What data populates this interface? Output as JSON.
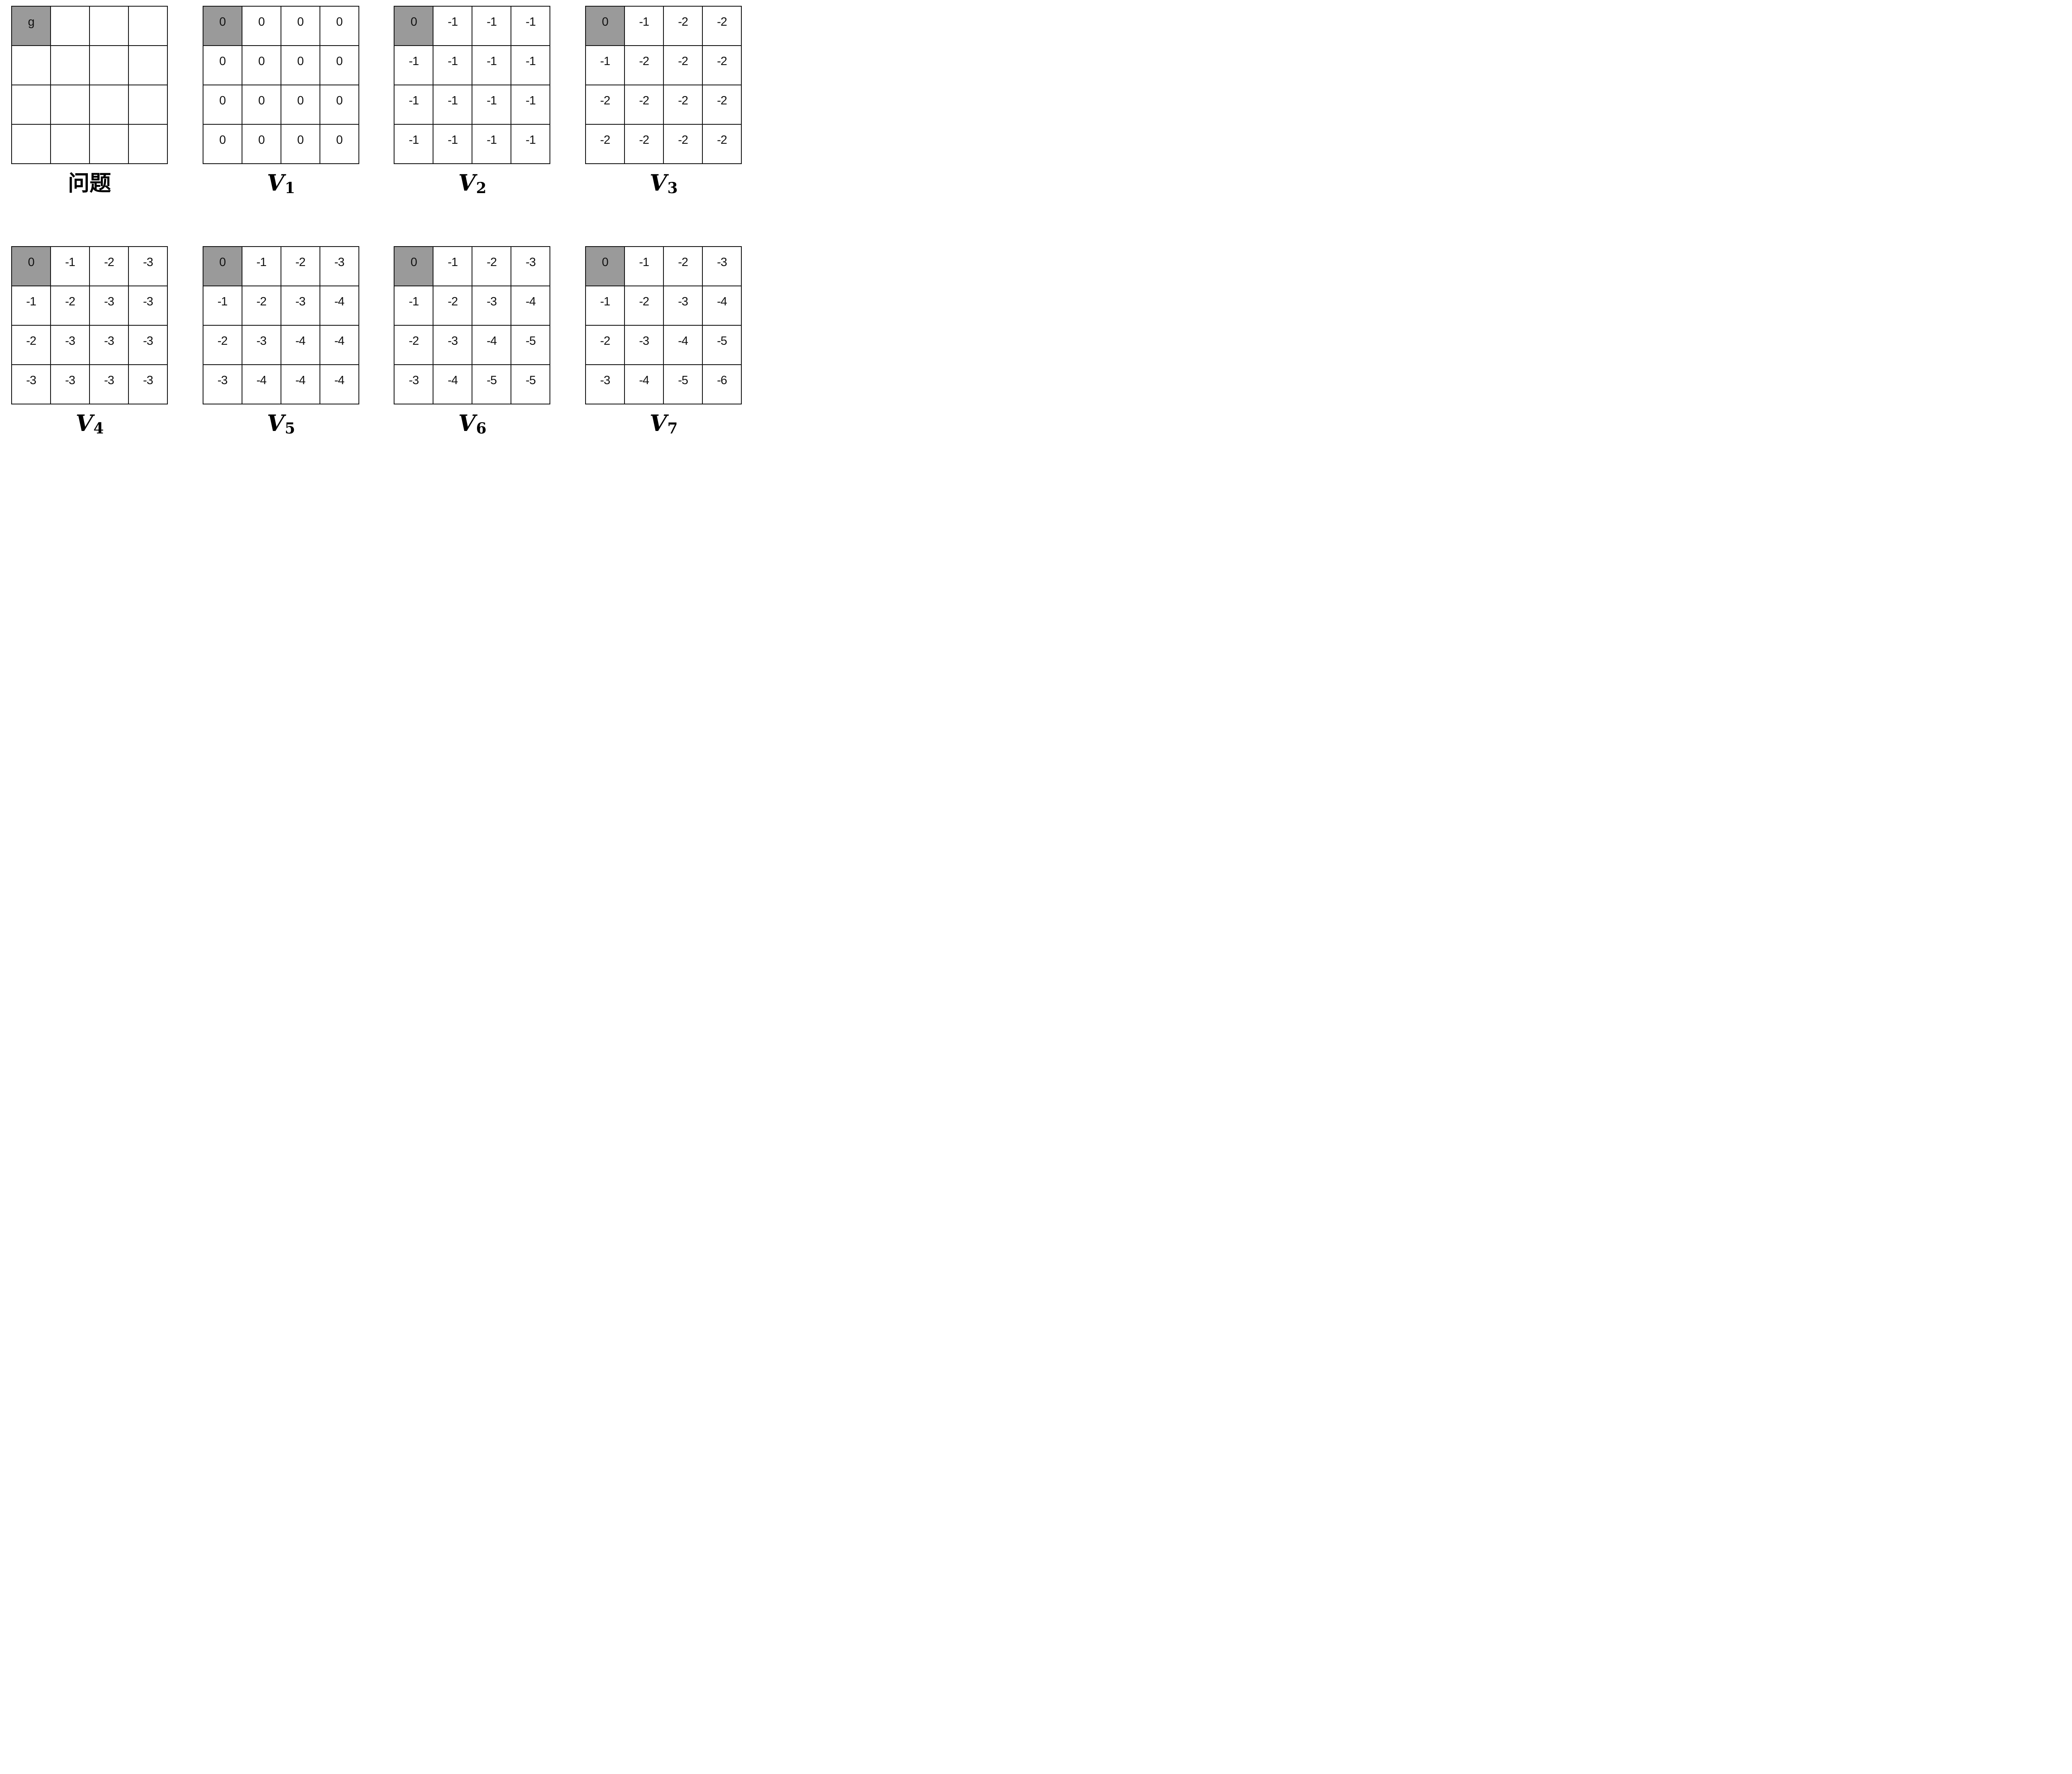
{
  "figure": {
    "description": "Gridworld value iteration figure with a problem grid and seven successive value function grids",
    "colors": {
      "page_bg": "#ffffff",
      "cell_bg": "#ffffff",
      "goal_cell_bg": "#9a9a9a",
      "grid_border": "#111111",
      "text": "#111111"
    },
    "grids": [
      {
        "id": "problem",
        "label_text": "问题",
        "goal_cell": [
          0,
          0
        ],
        "cells": [
          [
            "g",
            "",
            "",
            ""
          ],
          [
            "",
            "",
            "",
            ""
          ],
          [
            "",
            "",
            "",
            ""
          ],
          [
            "",
            "",
            "",
            ""
          ]
        ]
      },
      {
        "id": "V1",
        "label_base": "V",
        "label_sub": "1",
        "goal_cell": [
          0,
          0
        ],
        "cells": [
          [
            "0",
            "0",
            "0",
            "0"
          ],
          [
            "0",
            "0",
            "0",
            "0"
          ],
          [
            "0",
            "0",
            "0",
            "0"
          ],
          [
            "0",
            "0",
            "0",
            "0"
          ]
        ]
      },
      {
        "id": "V2",
        "label_base": "V",
        "label_sub": "2",
        "goal_cell": [
          0,
          0
        ],
        "cells": [
          [
            "0",
            "-1",
            "-1",
            "-1"
          ],
          [
            "-1",
            "-1",
            "-1",
            "-1"
          ],
          [
            "-1",
            "-1",
            "-1",
            "-1"
          ],
          [
            "-1",
            "-1",
            "-1",
            "-1"
          ]
        ]
      },
      {
        "id": "V3",
        "label_base": "V",
        "label_sub": "3",
        "goal_cell": [
          0,
          0
        ],
        "cells": [
          [
            "0",
            "-1",
            "-2",
            "-2"
          ],
          [
            "-1",
            "-2",
            "-2",
            "-2"
          ],
          [
            "-2",
            "-2",
            "-2",
            "-2"
          ],
          [
            "-2",
            "-2",
            "-2",
            "-2"
          ]
        ]
      },
      {
        "id": "V4",
        "label_base": "V",
        "label_sub": "4",
        "goal_cell": [
          0,
          0
        ],
        "cells": [
          [
            "0",
            "-1",
            "-2",
            "-3"
          ],
          [
            "-1",
            "-2",
            "-3",
            "-3"
          ],
          [
            "-2",
            "-3",
            "-3",
            "-3"
          ],
          [
            "-3",
            "-3",
            "-3",
            "-3"
          ]
        ]
      },
      {
        "id": "V5",
        "label_base": "V",
        "label_sub": "5",
        "goal_cell": [
          0,
          0
        ],
        "cells": [
          [
            "0",
            "-1",
            "-2",
            "-3"
          ],
          [
            "-1",
            "-2",
            "-3",
            "-4"
          ],
          [
            "-2",
            "-3",
            "-4",
            "-4"
          ],
          [
            "-3",
            "-4",
            "-4",
            "-4"
          ]
        ]
      },
      {
        "id": "V6",
        "label_base": "V",
        "label_sub": "6",
        "goal_cell": [
          0,
          0
        ],
        "cells": [
          [
            "0",
            "-1",
            "-2",
            "-3"
          ],
          [
            "-1",
            "-2",
            "-3",
            "-4"
          ],
          [
            "-2",
            "-3",
            "-4",
            "-5"
          ],
          [
            "-3",
            "-4",
            "-5",
            "-5"
          ]
        ]
      },
      {
        "id": "V7",
        "label_base": "V",
        "label_sub": "7",
        "goal_cell": [
          0,
          0
        ],
        "cells": [
          [
            "0",
            "-1",
            "-2",
            "-3"
          ],
          [
            "-1",
            "-2",
            "-3",
            "-4"
          ],
          [
            "-2",
            "-3",
            "-4",
            "-5"
          ],
          [
            "-3",
            "-4",
            "-5",
            "-6"
          ]
        ]
      }
    ]
  }
}
